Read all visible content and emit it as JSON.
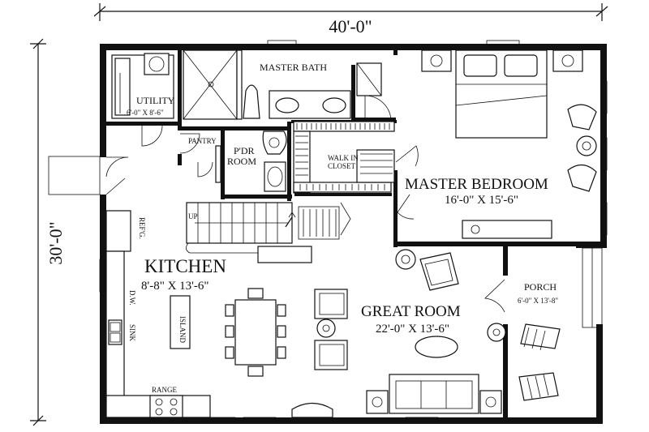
{
  "dimensions": {
    "width_label": "40'-0\"",
    "depth_label": "30'-0\""
  },
  "rooms": {
    "master_bath": {
      "name": "MASTER BATH"
    },
    "utility": {
      "name": "UTILITY",
      "size": "6'-0\" X 8'-6\""
    },
    "pantry": {
      "name": "PANTRY"
    },
    "powder": {
      "name_line1": "P'DR",
      "name_line2": "ROOM"
    },
    "closet": {
      "name_line1": "WALK IN",
      "name_line2": "CLOSET"
    },
    "master_bedroom": {
      "name": "MASTER BEDROOM",
      "size": "16'-0\" X 15'-6\""
    },
    "kitchen": {
      "name": "KITCHEN",
      "size": "8'-8\" X 13'-6\""
    },
    "great_room": {
      "name": "GREAT ROOM",
      "size": "22'-0\" X 13'-6\""
    },
    "porch": {
      "name": "PORCH",
      "size": "6'-0\" X 13'-8\""
    }
  },
  "fixtures": {
    "up": "UP",
    "refrigerator": "REF'G.",
    "dishwasher": "D.W.",
    "sink": "SINK",
    "island": "ISLAND",
    "range": "RANGE"
  }
}
